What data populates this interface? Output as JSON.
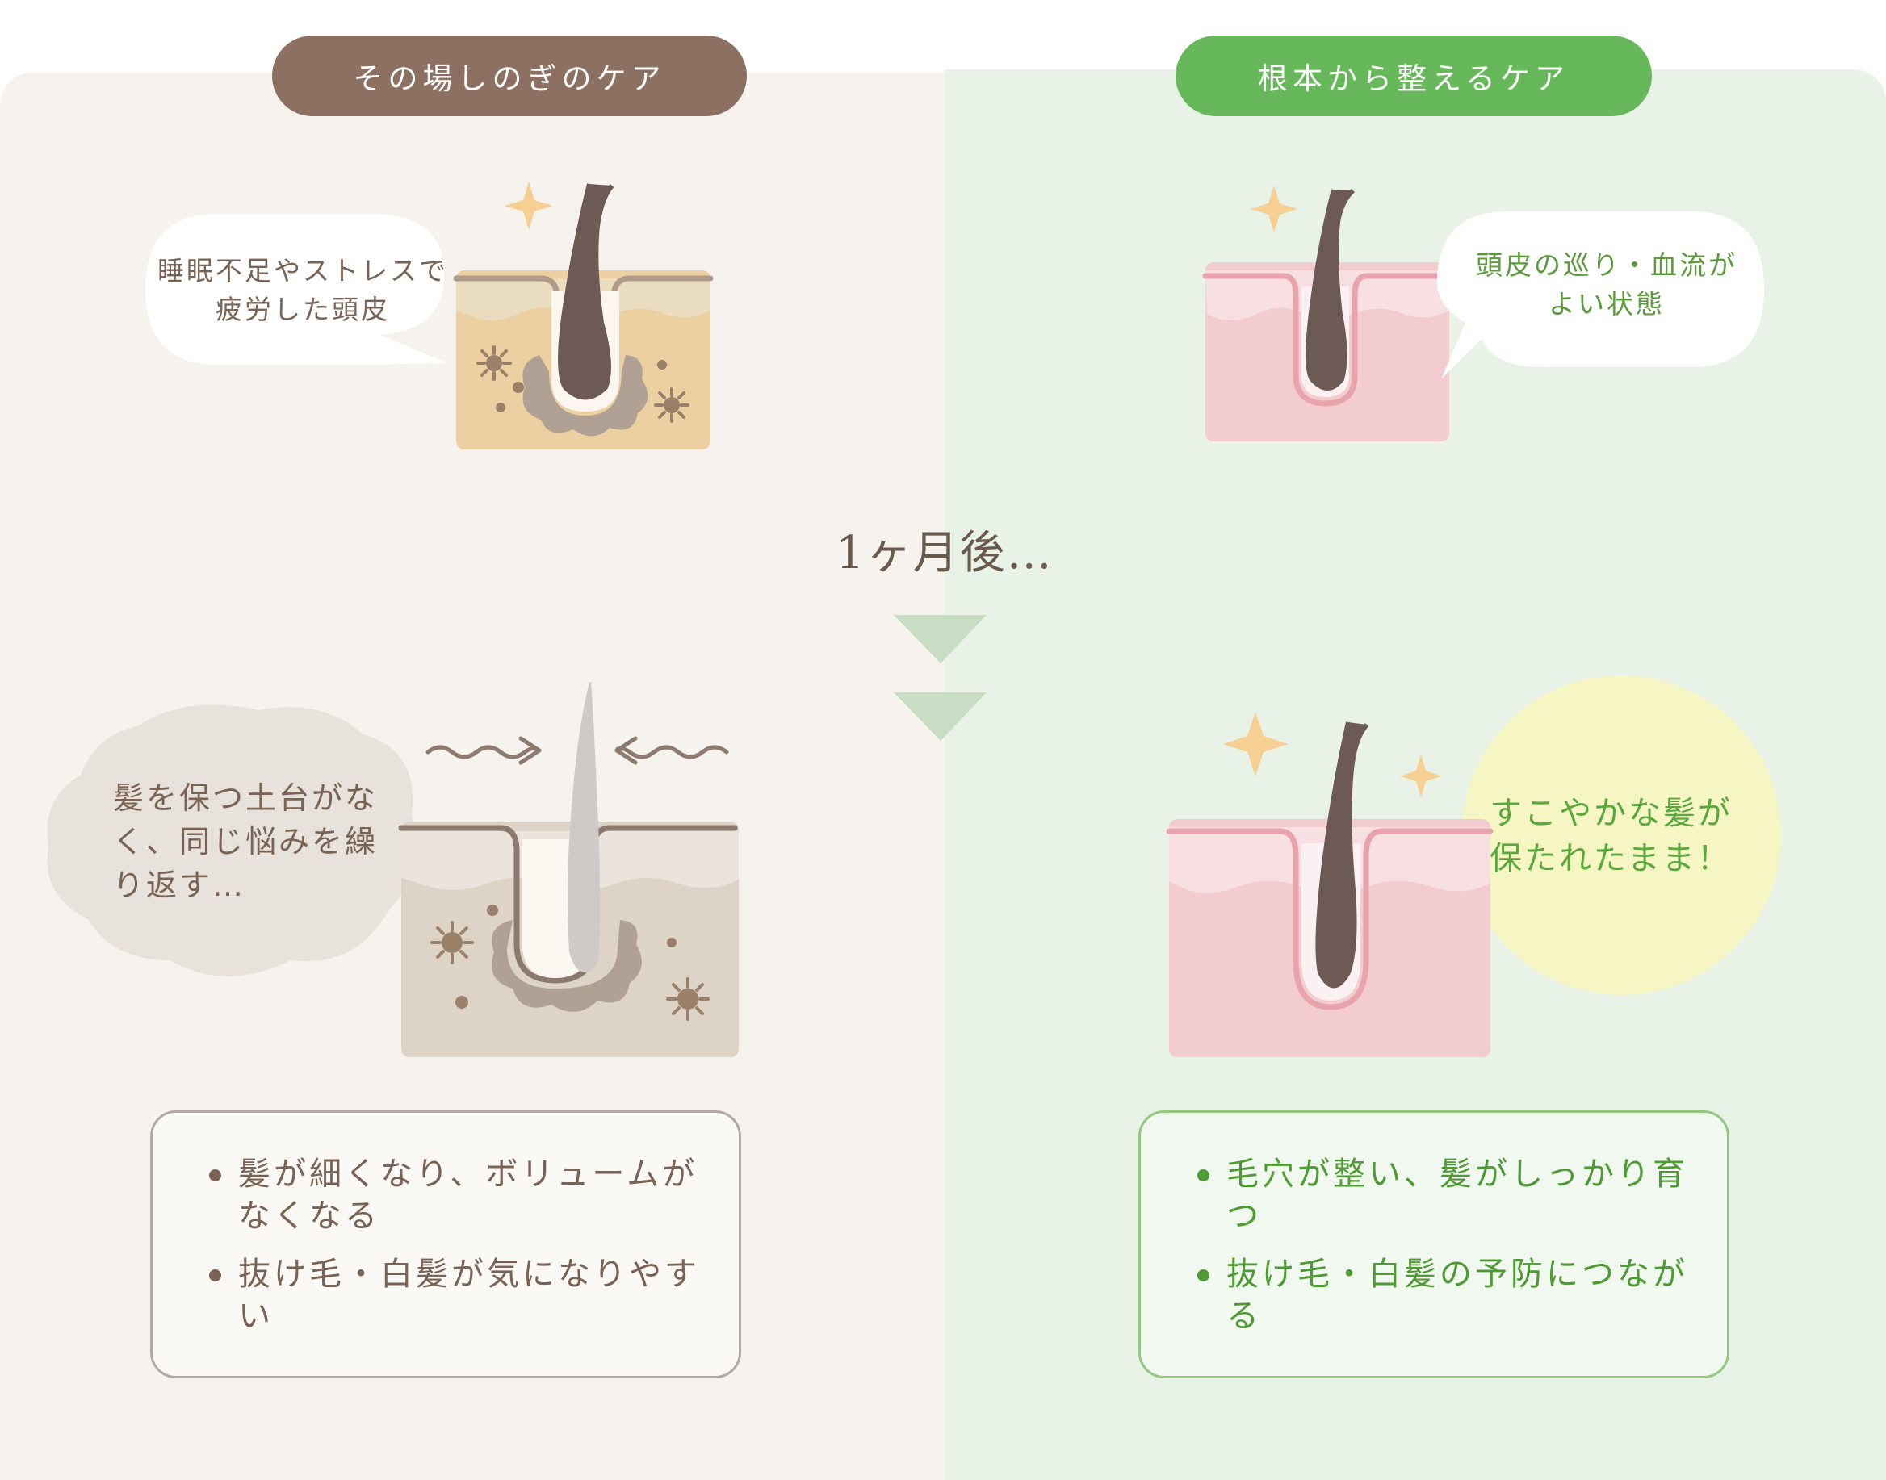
{
  "left": {
    "header": "その場しのぎのケア",
    "top_bubble": "睡眠不足やストレスで疲労した頭皮",
    "bottom_bubble": "髪を保つ土台がなく、同じ悩みを繰り返す…",
    "points": [
      "髪が細くなり、ボリュームがなくなる",
      "抜け毛・白髪が気になりやすい"
    ]
  },
  "right": {
    "header": "根本から整えるケア",
    "top_bubble": "頭皮の巡り・血流がよい状態",
    "bottom_bubble": "すこやかな髪が保たれたまま！",
    "points": [
      "毛穴が整い、髪がしっかり育つ",
      "抜け毛・白髪の予防につながる"
    ]
  },
  "middle": {
    "time_label": "1ヶ月後…"
  },
  "colors": {
    "left_accent": "#8c7162",
    "right_accent": "#66b85a",
    "left_bg": "#f6f3ef",
    "right_bg": "#e8f2e6",
    "arrow": "#c9dcc4",
    "hair": "#6d5a55"
  },
  "icons": {
    "sparkle": "four-point-star",
    "bacteria": "virus-germ",
    "squeeze_arrows": "wavy-arrows-inward",
    "down_arrows": "double-down-triangles"
  }
}
